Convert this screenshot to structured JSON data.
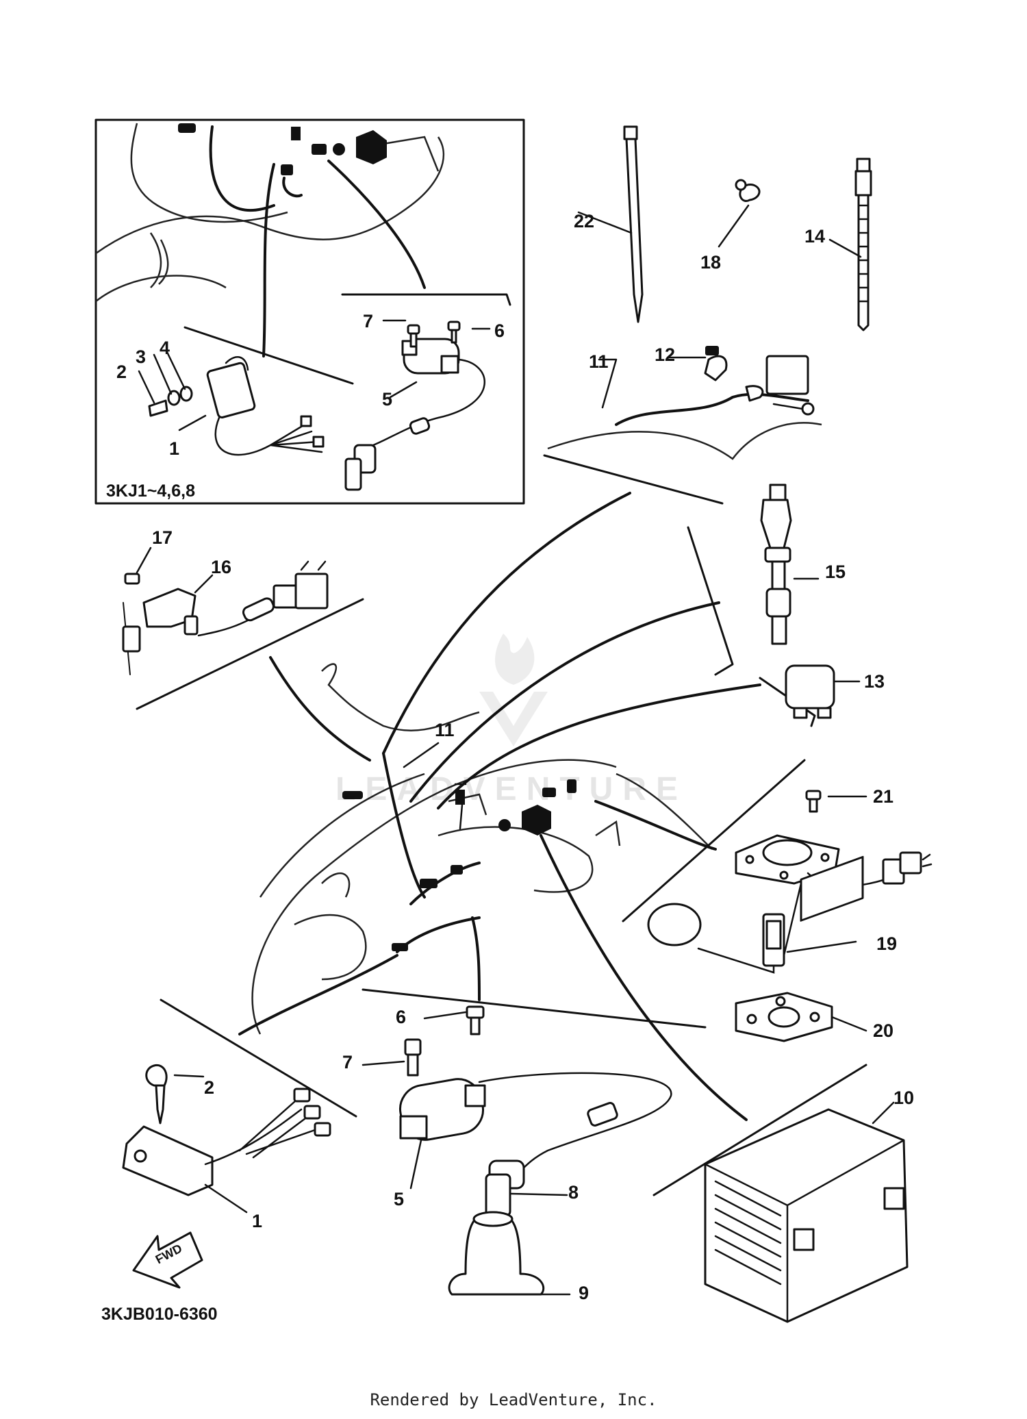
{
  "labels": {
    "l1a": "1",
    "l2a": "2",
    "l3": "3",
    "l4": "4",
    "l5a": "5",
    "l6a": "6",
    "l7a": "7",
    "l22": "22",
    "l18": "18",
    "l14": "14",
    "l11a": "11",
    "l12": "12",
    "l17": "17",
    "l16": "16",
    "l15": "15",
    "l13": "13",
    "l11b": "11",
    "l21": "21",
    "l19": "19",
    "l20": "20",
    "l10": "10",
    "l6b": "6",
    "l7b": "7",
    "l2b": "2",
    "l1b": "1",
    "l5b": "5",
    "l8": "8",
    "l9": "9"
  },
  "inset_code": "3KJ1~4,6,8",
  "diagram_code": "3KJB010-6360",
  "fwd_arrow": "FWD",
  "watermark": "LEADVENTURE",
  "footer": "Rendered by LeadVenture, Inc.",
  "colors": {
    "line": "#111111",
    "background": "#ffffff",
    "watermark": "#e6e6e6"
  },
  "icons": {
    "fwd": "fwd-arrow-icon",
    "watermark": "leadventure-logo-icon"
  }
}
